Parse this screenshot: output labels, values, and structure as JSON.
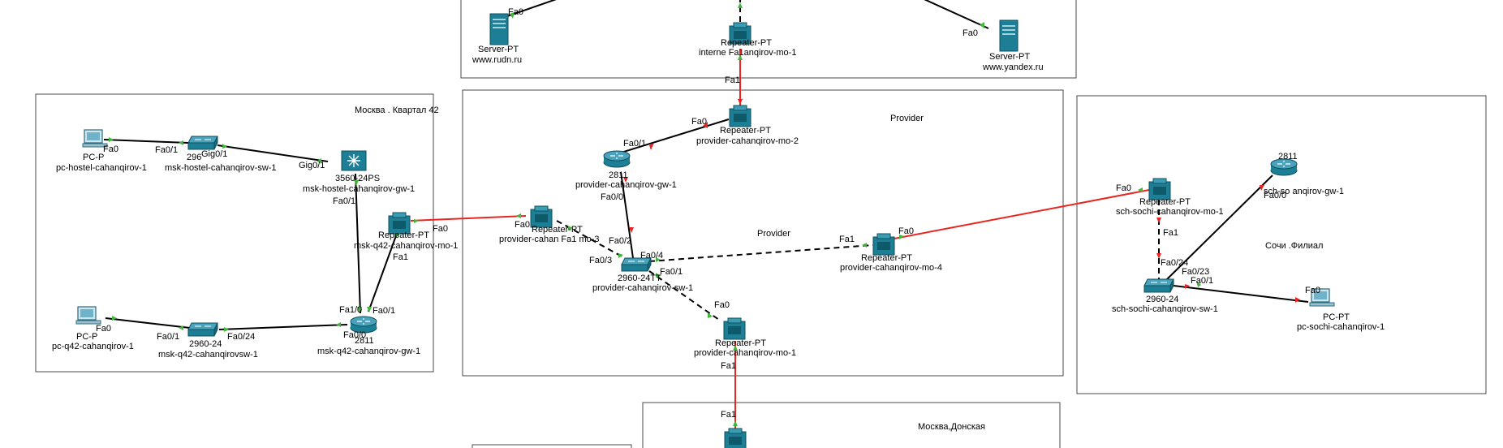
{
  "areas": {
    "q42": "Москва . Квартал 42",
    "provider_top": "Provider",
    "provider_mid": "Provider",
    "sochi": "Сочи .Филиал",
    "donskaya": "Москва,Донская"
  },
  "devices": {
    "server_rudn": {
      "type": "Server-PT",
      "name": "www.rudn.ru"
    },
    "repeater_internet": {
      "type": "Repeater-PT",
      "name": "interne Fa1anqirov-mo-1"
    },
    "server_yandex": {
      "type": "Server-PT",
      "name": "www.yandex.ru"
    },
    "pc_hostel": {
      "type": "PC-P",
      "name": "pc-hostel-cahanqirov-1"
    },
    "sw_hostel": {
      "type": "296",
      "name": "msk-hostel-cahanqirov-sw-1"
    },
    "gw_hostel": {
      "type": "3560-24PS",
      "name": "msk-hostel-cahanqirov-gw-1"
    },
    "repeater_q42": {
      "type": "Repeater-PT",
      "name": "msk-q42-cahanqirov-mo-1"
    },
    "pc_q42": {
      "type": "PC-P",
      "name": "pc-q42-cahanqirov-1"
    },
    "sw_q42": {
      "type": "2960-24",
      "name": "msk-q42-cahanqirovsw-1"
    },
    "gw_q42": {
      "type": "2811",
      "name": "msk-q42-cahanqirov-gw-1"
    },
    "repeater_mo2": {
      "type": "Repeater-PT",
      "name": "provider-cahanqirov-mo-2"
    },
    "gw_provider": {
      "type": "2811",
      "name": "provider-cahanqirov-gw-1"
    },
    "repeater_mo3": {
      "type": "Repeater-PT",
      "name": "provider-cahan Fa1 mo-3"
    },
    "sw_provider": {
      "type": "2960-24TT",
      "name": "provider-cahanqirov-sw-1"
    },
    "repeater_mo4": {
      "type": "Repeater-PT",
      "name": "provider-cahanqirov-mo-4"
    },
    "repeater_mo1": {
      "type": "Repeater-PT",
      "name": "provider-cahanqirov-mo-1"
    },
    "repeater_sochi": {
      "type": "Repeater-PT",
      "name": "sch-sochi-cahanqirov-mo-1"
    },
    "gw_sochi": {
      "type": "2811",
      "name": "sch-so anqirov-gw-1"
    },
    "sw_sochi": {
      "type": "2960-24",
      "name": "sch-sochi-cahanqirov-sw-1"
    },
    "pc_sochi": {
      "type": "PC-PT",
      "name": "pc-sochi-cahanqirov-1"
    },
    "repeater_donskaya": {
      "type": "Repeater-PT",
      "name": ""
    }
  },
  "ports": {
    "rudn_fa0": "Fa0",
    "yandex_fa0": "Fa0",
    "internet_fa1": "Fa1",
    "hostel_pc_fa0": "Fa0",
    "hostel_sw_fa01": "Fa0/1",
    "hostel_sw_gig01": "Gig0/1",
    "hostel_gw_gig01": "Gig0/1",
    "hostel_gw_fa01": "Fa0/1",
    "q42_rep_fa0": "Fa0",
    "q42_rep_fa1": "Fa1",
    "q42_pc_fa0": "Fa0",
    "q42_sw_fa01": "Fa0/1",
    "q42_sw_fa024": "Fa0/24",
    "q42_gw_fa10": "Fa1/0",
    "q42_gw_fa01": "Fa0/1",
    "q42_gw_fa00": "Fa0/0",
    "mo2_fa0": "Fa0",
    "gw_prov_fa01": "Fa0/1",
    "gw_prov_fa00": "Fa0/0",
    "mo3_fa0": "Fa0",
    "sw_prov_fa02": "Fa0/2",
    "sw_prov_fa03": "Fa0/3",
    "sw_prov_fa04": "Fa0/4",
    "sw_prov_fa01": "Fa0/1",
    "mo4_fa1": "Fa1",
    "mo4_fa0": "Fa0",
    "mo1_fa0": "Fa0",
    "mo1_fa1": "Fa1",
    "don_fa1": "Fa1",
    "sochi_rep_fa0": "Fa0",
    "sochi_rep_fa1": "Fa1",
    "sochi_gw_fa00": "Fa0/0",
    "sochi_sw_fa024": "Fa0/24",
    "sochi_sw_fa023": "Fa0/23",
    "sochi_sw_fa01": "Fa0/1",
    "sochi_pc_fa0": "Fa0"
  },
  "colors": {
    "copper": "#000000",
    "fiber": "#e8261f",
    "link_up": "#3fb83a",
    "link_down": "#e8261f",
    "device": "#1d7f95",
    "area_border": "#4a4a4a"
  }
}
